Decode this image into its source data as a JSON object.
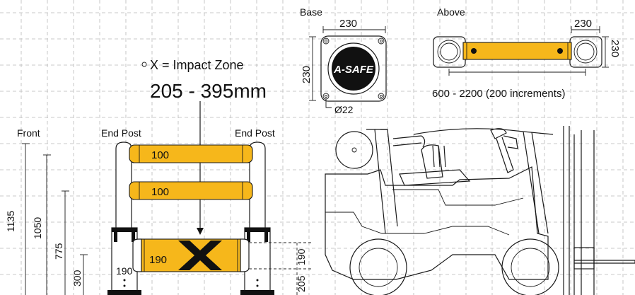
{
  "labels": {
    "base": "Base",
    "above": "Above",
    "front": "Front",
    "end_post_left": "End Post",
    "end_post_right": "End Post",
    "impact_zone": "X = Impact Zone",
    "impact_range": "205 - 395mm",
    "logo": "A-SAFE"
  },
  "dimensions": {
    "base_width": "230",
    "base_height": "230",
    "bolt_diameter": "Ø22",
    "above_width": "230",
    "above_height": "230",
    "span": "600 - 2200 (200 increments)",
    "height_1135": "1135",
    "height_1050": "1050",
    "height_775": "775",
    "height_300": "300",
    "post_190": "190",
    "right_205": "205",
    "right_190": "190"
  },
  "rails": {
    "top": "100",
    "middle": "100",
    "bottom": "190"
  },
  "colors": {
    "rail_yellow": "#f6b71b",
    "ink": "#1a1a1a",
    "grid": "#b9b9b9"
  }
}
